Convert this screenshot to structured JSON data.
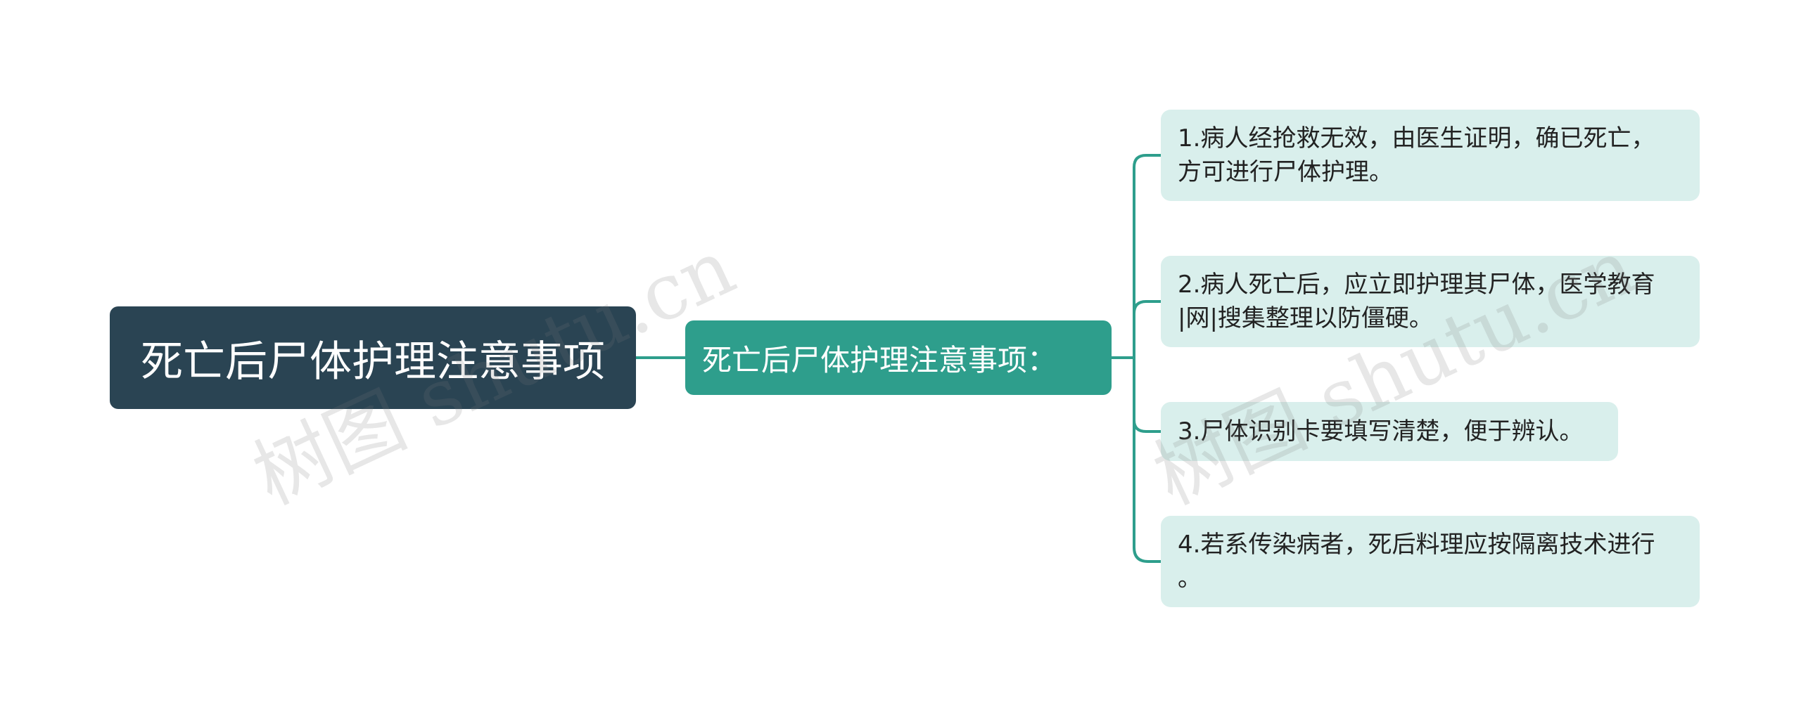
{
  "mindmap": {
    "root": "死亡后尸体护理注意事项",
    "branch": "死亡后尸体护理注意事项：",
    "leaves": [
      {
        "line1": "1.病人经抢救无效，由医生证明，确已死亡，",
        "line2": "方可进行尸体护理。"
      },
      {
        "line1": "2.病人死亡后，应立即护理其尸体，医学教育",
        "line2": "|网|搜集整理以防僵硬。"
      },
      {
        "line1": "3.尸体识别卡要填写清楚，便于辨认。",
        "line2": ""
      },
      {
        "line1": "4.若系传染病者，死后料理应按隔离技术进行",
        "line2": "。"
      }
    ]
  },
  "watermark": "树图 shutu.cn",
  "colors": {
    "root_bg": "#2a4453",
    "branch_bg": "#2e9e8c",
    "leaf_bg": "#d9efec",
    "connector": "#2e9e8c"
  }
}
